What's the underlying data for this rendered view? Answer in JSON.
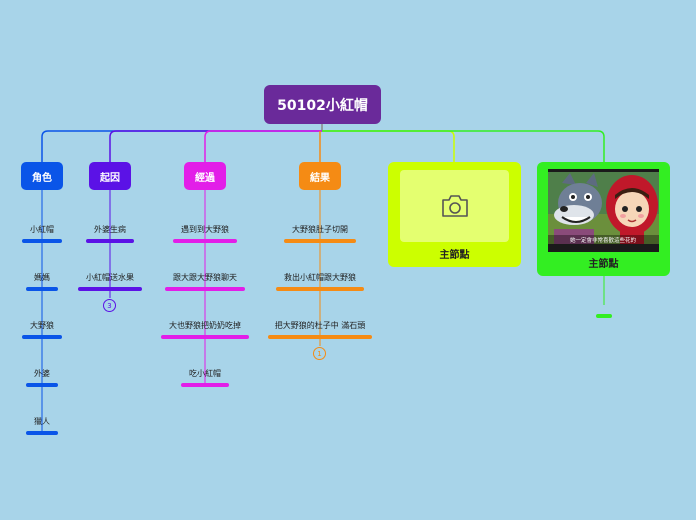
{
  "root": {
    "title": "50102小紅帽"
  },
  "branches": [
    {
      "title": "角色",
      "color": "#0a55e8",
      "items": [
        "小紅帽",
        "媽媽",
        "大野狼",
        "外婆",
        "獵人"
      ]
    },
    {
      "title": "起因",
      "color": "#5b12e6",
      "items": [
        "外婆生病",
        "小紅帽送水果"
      ],
      "badge": "3"
    },
    {
      "title": "經過",
      "color": "#e21ee8",
      "items": [
        "遇到到大野狼",
        "跟大跟大野狼聊天",
        "大也野狼把奶奶吃掉",
        "吃小紅帽"
      ]
    },
    {
      "title": "結果",
      "color": "#f58b14",
      "items": [
        "大野狼肚子切開",
        "救出小紅帽跟大野狼",
        "把大野狼的杜子中 滿石頭"
      ],
      "badge": "1"
    }
  ],
  "cards": [
    {
      "label": "主節點",
      "color": "#ccff00",
      "icon": "camera-icon"
    },
    {
      "label": "主節點",
      "color": "#33ee22",
      "image_caption": "她一定會非常喜歡這些花的"
    }
  ]
}
